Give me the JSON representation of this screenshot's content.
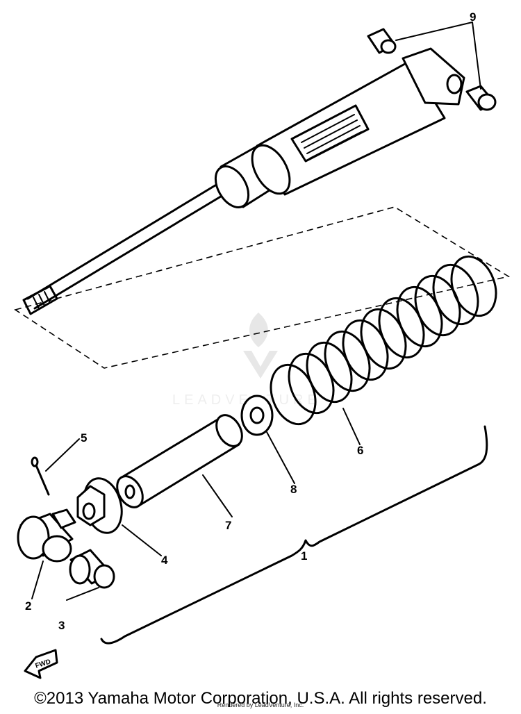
{
  "callouts": [
    {
      "id": "1",
      "label": "1"
    },
    {
      "id": "2",
      "label": "2"
    },
    {
      "id": "3",
      "label": "3"
    },
    {
      "id": "4",
      "label": "4"
    },
    {
      "id": "5",
      "label": "5"
    },
    {
      "id": "6",
      "label": "6"
    },
    {
      "id": "7",
      "label": "7"
    },
    {
      "id": "8",
      "label": "8"
    },
    {
      "id": "9",
      "label": "9"
    }
  ],
  "fwd_label": "FWD",
  "watermark": "LEADVENTURE",
  "copyright": "©2013 Yamaha Motor Corporation, U.S.A. All rights reserved.",
  "rendered_by": "Rendered by LeadVenture, Inc."
}
